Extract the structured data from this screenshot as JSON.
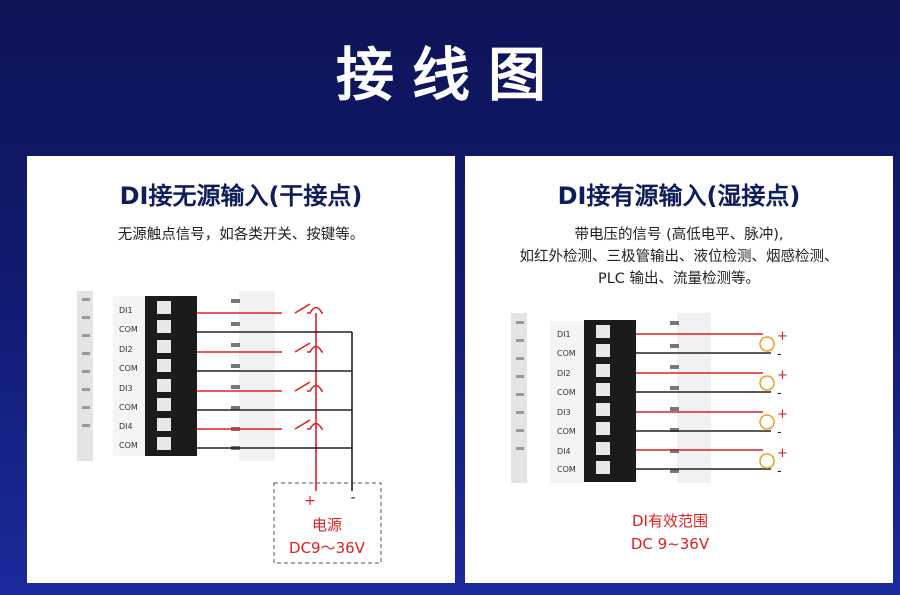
{
  "page": {
    "title": "接线图"
  },
  "left_panel": {
    "title": "DI接无源输入(干接点)",
    "description_lines": [
      "无源触点信号，如各类开关、按键等。"
    ],
    "terminal_labels": [
      "DI1",
      "COM",
      "DI2",
      "COM",
      "DI3",
      "COM",
      "DI4",
      "COM"
    ],
    "supply_plus": "+",
    "supply_minus": "-",
    "supply_label": "电源",
    "supply_range": "DC9～36V"
  },
  "right_panel": {
    "title": "DI接有源输入(湿接点)",
    "description_lines": [
      "带电压的信号 (高低电平、脉冲),",
      "如红外检测、三极管输出、液位检测、烟感检测、",
      "PLC 输出、流量检测等。"
    ],
    "terminal_labels": [
      "DI1",
      "COM",
      "DI2",
      "COM",
      "DI3",
      "COM",
      "DI4",
      "COM"
    ],
    "source_plus": "+",
    "source_minus": "-",
    "range_label": "DI有效范围",
    "range_value": "DC 9~36V"
  },
  "colors": {
    "background": "#111a6e",
    "title_text": "#0f1d5c",
    "signal_wire": "#e02020",
    "com_wire": "#222222",
    "label_red": "#e02020",
    "source_ring": "#e8a020"
  }
}
